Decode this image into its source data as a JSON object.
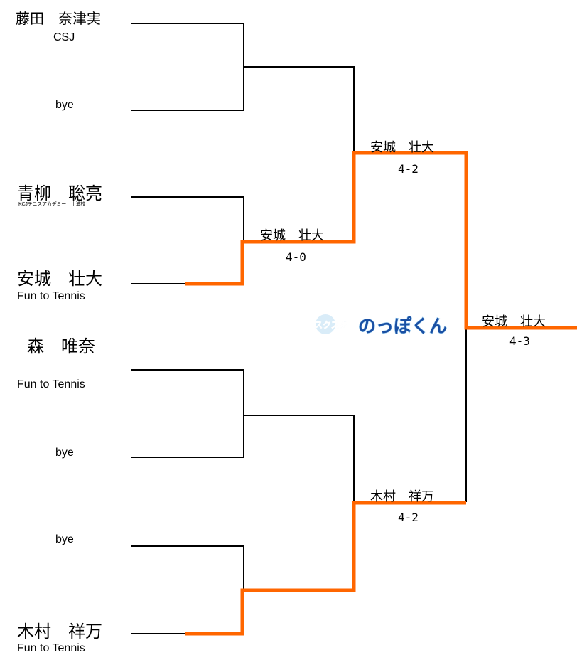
{
  "players": {
    "p1": {
      "name": "藤田　奈津実",
      "club": "CSJ"
    },
    "p2": {
      "name": "bye"
    },
    "p3": {
      "name": "青柳　聡亮",
      "club": "KCJテニスアカデミー　土浦校"
    },
    "p4": {
      "name": "安城　壮大",
      "club": "Fun to Tennis"
    },
    "p5": {
      "name": "森　唯奈",
      "club": "Fun to Tennis"
    },
    "p6": {
      "name": "bye"
    },
    "p7": {
      "name": "bye"
    },
    "p8": {
      "name": "木村　祥万",
      "club": "Fun to Tennis"
    }
  },
  "results": {
    "r1_m2": {
      "winner": "安城　壮大",
      "score": "4-0"
    },
    "r2_m1": {
      "winner": "安城　壮大",
      "score": "4-2"
    },
    "r2_m2": {
      "winner": "木村　祥万",
      "score": "4-2"
    },
    "final": {
      "winner": "安城　壮大",
      "score": "4-3"
    }
  },
  "logo": {
    "small_text": "スクスク",
    "main_text": "のっぽくん"
  },
  "colors": {
    "line": "#000000",
    "winner_path": "#ff6600",
    "logo_blue": "#1a4fa3"
  }
}
